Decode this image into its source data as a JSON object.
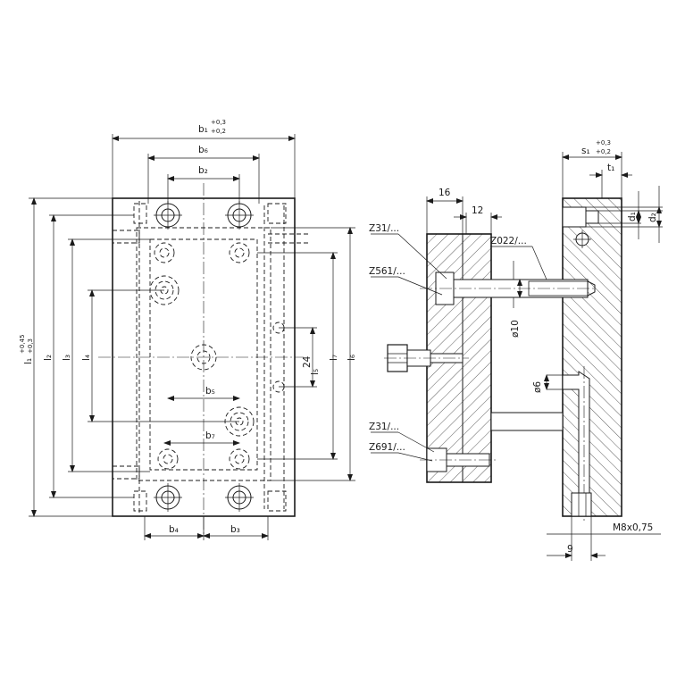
{
  "labels": {
    "b1": "b₁",
    "b1_tol_upper": "+0,3",
    "b1_tol_lower": "+0,2",
    "b6": "b₆",
    "b2": "b₂",
    "b5": "b₅",
    "b7": "b₇",
    "b4": "b₄",
    "b3": "b₃",
    "l1": "l₁",
    "l1_tol_upper": "+0,45",
    "l1_tol_lower": "+0,3",
    "l2": "l₂",
    "l3": "l₃",
    "l4": "l₄",
    "l5": "l₅",
    "l6": "l₆",
    "l7": "l₇",
    "dim_24": "24",
    "dim_16": "16",
    "dim_12": "12",
    "dim_phi10": "ø10",
    "dim_phi6": "ø6",
    "dim_9": "9",
    "s1": "s₁",
    "s1_tol_upper": "+0,3",
    "s1_tol_lower": "+0,2",
    "t1": "t₁",
    "d1": "d₁",
    "d2": "d₂",
    "thread": "M8x0,75",
    "part_z31_top": "Z31/...",
    "part_z561": "Z561/...",
    "part_z022": "Z022/...",
    "part_z31_bottom": "Z31/...",
    "part_z691": "Z691/..."
  }
}
